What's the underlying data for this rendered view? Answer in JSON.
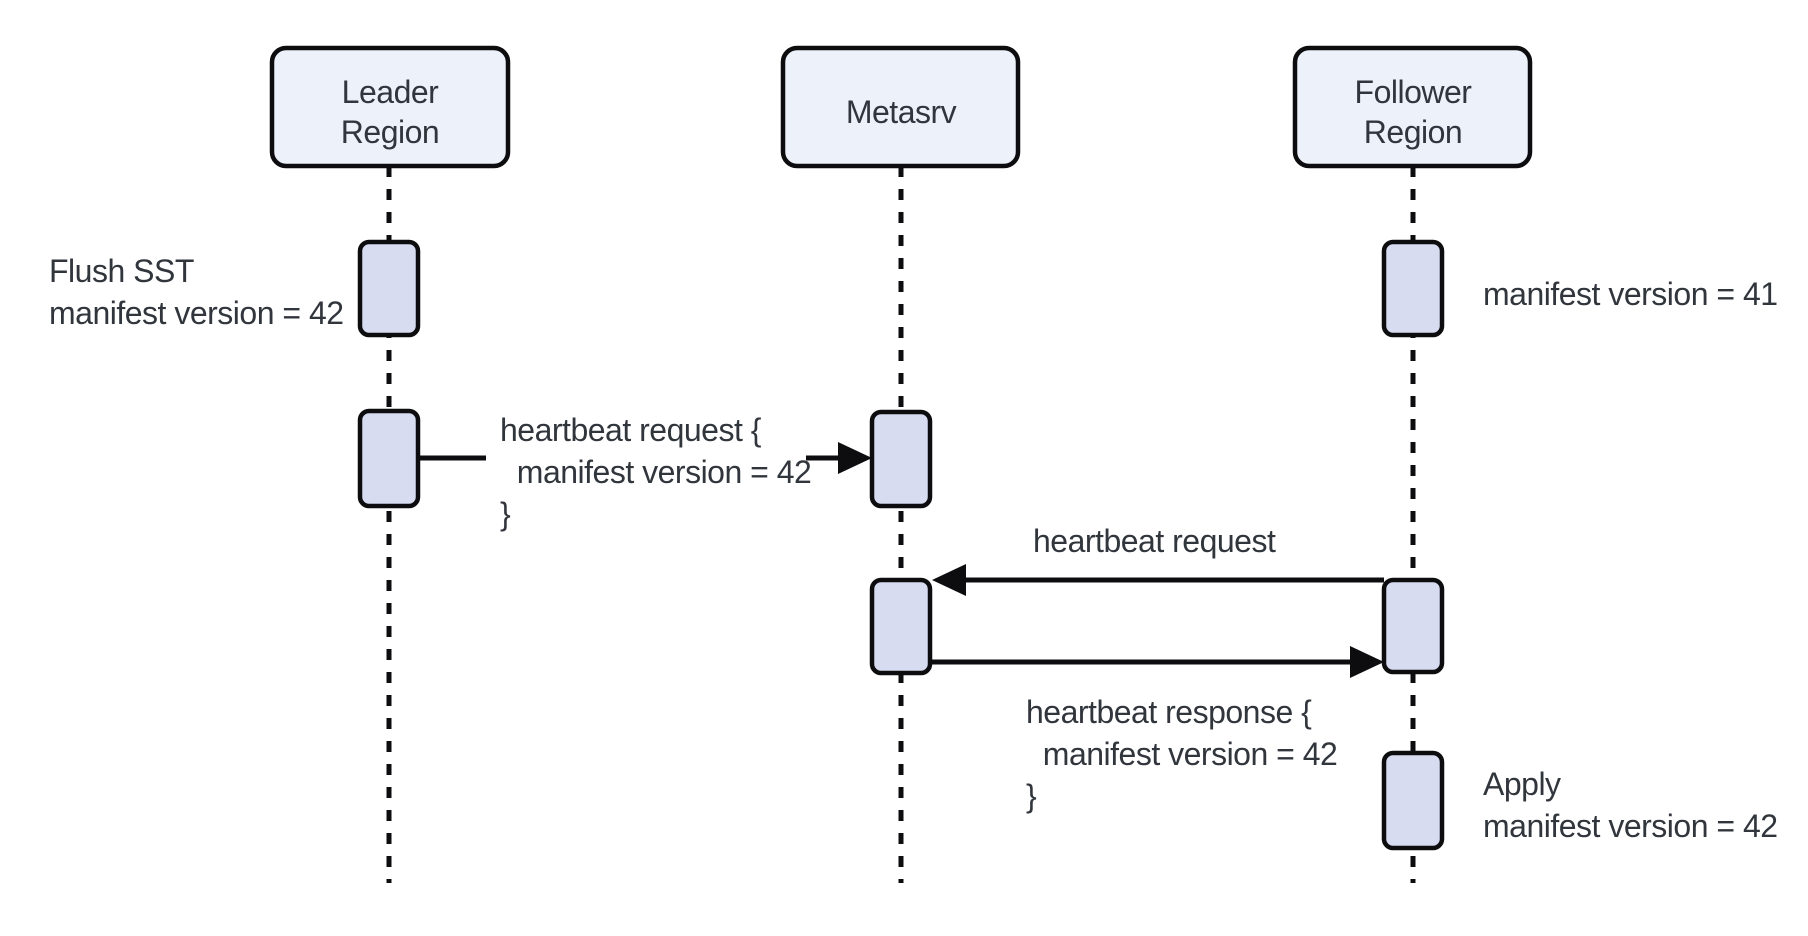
{
  "diagram_type": "sequence-diagram",
  "colors": {
    "background": "#ffffff",
    "participant_fill": "#edf1fa",
    "activation_fill": "#d7dcf1",
    "border": "#0d0d0f",
    "line": "#0d0d0f",
    "text": "#31353c"
  },
  "participants": [
    {
      "id": "leader-region",
      "label": "Leader\nRegion"
    },
    {
      "id": "metasrv",
      "label": "Metasrv"
    },
    {
      "id": "follower-region",
      "label": "Follower\nRegion"
    }
  ],
  "notes": [
    {
      "id": "flush-sst",
      "label": "Flush SST\nmanifest version = 42"
    },
    {
      "id": "follower-manifest",
      "label": "manifest version = 41"
    },
    {
      "id": "apply-manifest",
      "label": "Apply\nmanifest version = 42"
    }
  ],
  "messages": [
    {
      "id": "heartbeat-request-leader",
      "from": "Leader Region",
      "to": "Metasrv",
      "label": "heartbeat request {\n  manifest version = 42\n}"
    },
    {
      "id": "heartbeat-request-follower",
      "from": "Follower Region",
      "to": "Metasrv",
      "label": "heartbeat request"
    },
    {
      "id": "heartbeat-response-follower",
      "from": "Metasrv",
      "to": "Follower Region",
      "label": "heartbeat response {\n  manifest version = 42\n}"
    }
  ]
}
